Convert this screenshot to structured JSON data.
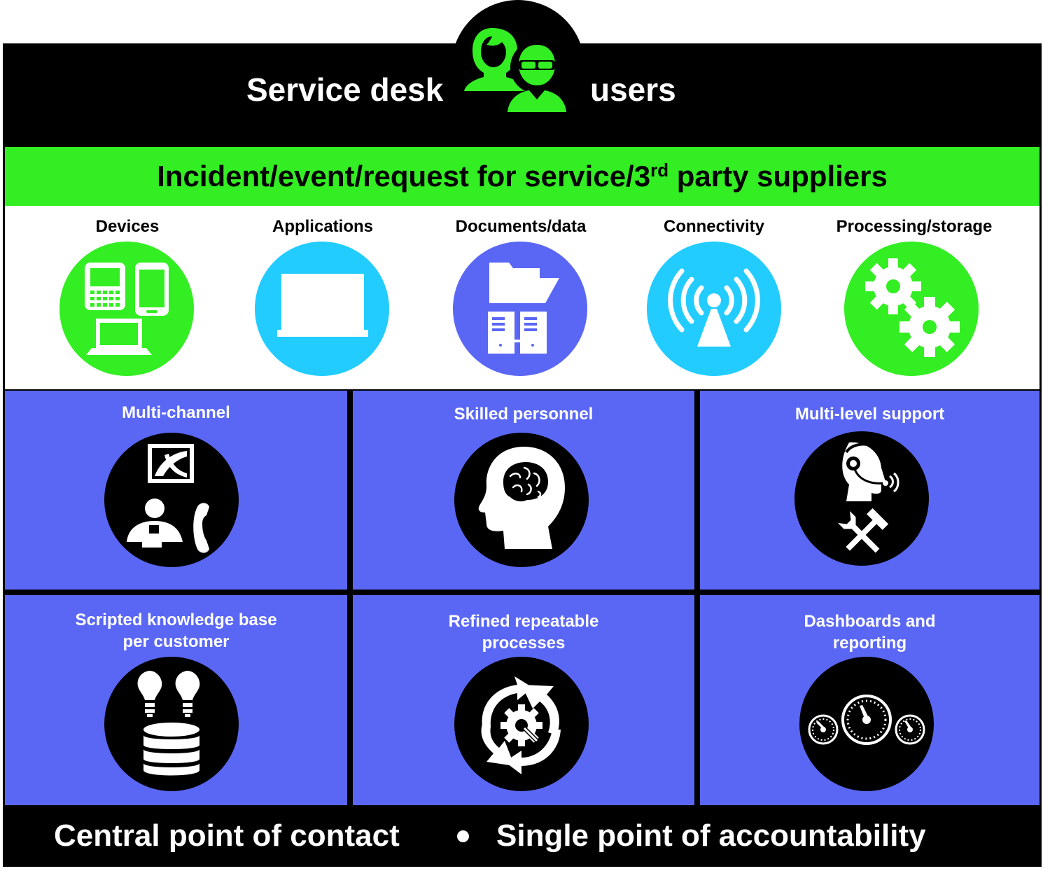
{
  "header": {
    "left_label": "Service desk",
    "right_label": "users",
    "icon": "user-pair-icon",
    "icon_color": "#33ee22"
  },
  "band": {
    "text_before": "Incident/event/request for service/3",
    "superscript": "rd",
    "text_after": " party suppliers",
    "color": "#33ee22"
  },
  "sources": [
    {
      "label": "Devices",
      "icon": "devices-icon",
      "color": "#33ee22"
    },
    {
      "label": "Applications",
      "icon": "laptop-icon",
      "color": "#22ccff"
    },
    {
      "label": "Documents/data",
      "icon": "folder-server-icon",
      "color": "#5a67f5"
    },
    {
      "label": "Connectivity",
      "icon": "wireless-tower-icon",
      "color": "#22ccff"
    },
    {
      "label": "Processing/storage",
      "icon": "gears-icon",
      "color": "#33ee22"
    }
  ],
  "capabilities": [
    {
      "label": "Multi-channel",
      "icon": "multichannel-icon"
    },
    {
      "label": "Skilled personnel",
      "icon": "brain-head-icon"
    },
    {
      "label": "Multi-level support",
      "icon": "headset-tools-icon"
    },
    {
      "label_line1": "Scripted knowledge base",
      "label_line2": "per customer",
      "icon": "knowledge-base-icon"
    },
    {
      "label_line1": "Refined repeatable",
      "label_line2": "processes",
      "icon": "process-cycle-icon"
    },
    {
      "label_line1": "Dashboards and",
      "label_line2": "reporting",
      "icon": "dashboard-gauges-icon"
    }
  ],
  "footer": {
    "left": "Central point of contact",
    "right": "Single point of accountability"
  },
  "colors": {
    "frame": "#000000",
    "tile": "#5a67f5",
    "green": "#33ee22",
    "cyan": "#22ccff"
  }
}
